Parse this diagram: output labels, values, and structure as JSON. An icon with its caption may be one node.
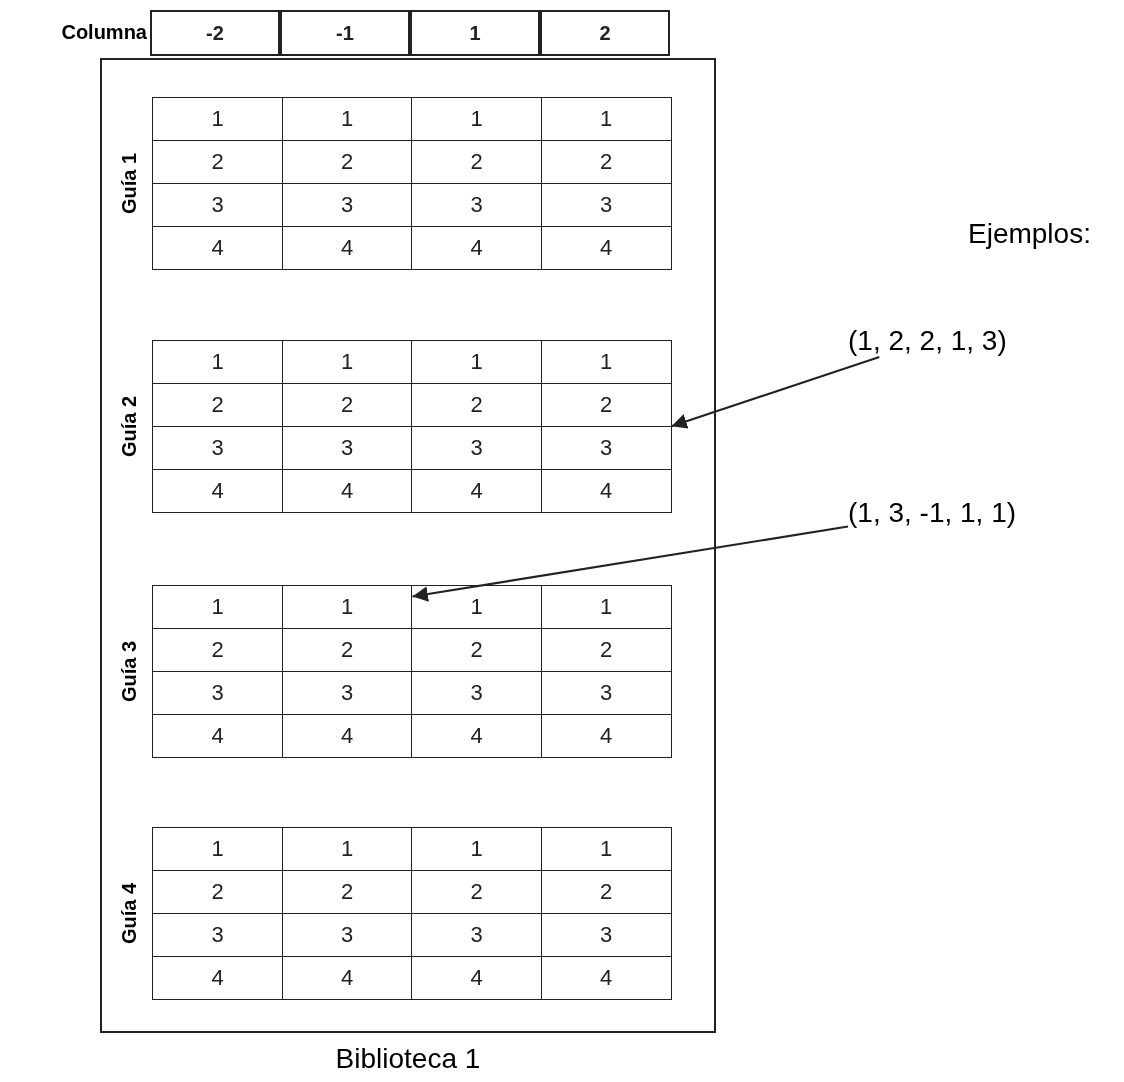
{
  "diagram": {
    "nodes": [
      {
        "text": [
          "Biblioteca 1"
        ]
      },
      {
        "text": [
          "Guía 1"
        ],
        "in": 0
      },
      {
        "text": [
          "Guía 2"
        ],
        "in": 0
      },
      {
        "text": [
          "Guía 3"
        ],
        "in": 0
      },
      {
        "text": [
          "Guía 4"
        ],
        "in": 0
      },
      {
        "text": [
          "3"
        ],
        "in": 2
      },
      {
        "text": [
          "1"
        ],
        "in": 3
      },
      {
        "text": [
          "(1, 2, 2, 1, 3)"
        ]
      },
      {
        "text": [
          "(1, 3, -1, 1, 1)"
        ]
      },
      {
        "text": [
          "-2"
        ]
      },
      {
        "text": [
          "-1"
        ]
      },
      {
        "text": [
          "1"
        ]
      },
      {
        "text": [
          "2"
        ]
      }
    ],
    "edges": [
      {
        "from": 7,
        "to": 5,
        "arrow": "to"
      },
      {
        "from": 8,
        "to": 6,
        "arrow": "to"
      }
    ],
    "labels": [
      "Columna",
      "Ejemplos:",
      "1",
      "1",
      "1",
      "1",
      "2",
      "2",
      "2",
      "2",
      "3",
      "3",
      "3",
      "3",
      "4",
      "4",
      "4",
      "4",
      "1",
      "1",
      "1",
      "1",
      "2",
      "2",
      "2",
      "2",
      "3",
      "3",
      "3",
      "4",
      "4",
      "4",
      "4",
      "1",
      "1",
      "1",
      "2",
      "2",
      "2",
      "2",
      "3",
      "3",
      "3",
      "3",
      "4",
      "4",
      "4",
      "4",
      "1",
      "1",
      "1",
      "1",
      "2",
      "2",
      "2",
      "2",
      "3",
      "3",
      "3",
      "3",
      "4",
      "4",
      "4",
      "4"
    ]
  }
}
